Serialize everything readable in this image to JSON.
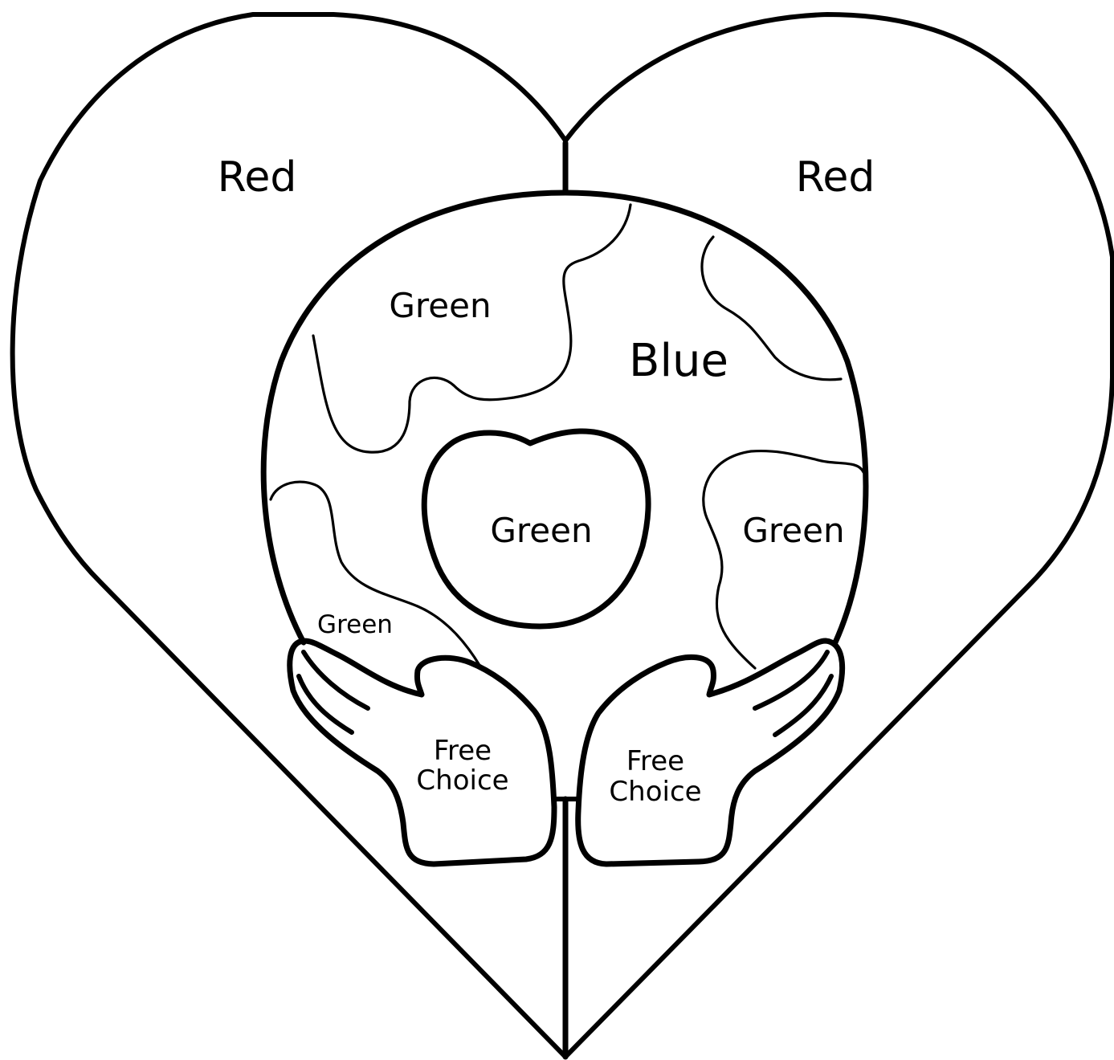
{
  "coloring_page": {
    "labels": {
      "heart_left": "Red",
      "heart_right": "Red",
      "globe_ocean": "Blue",
      "continent_top_left": "Green",
      "continent_center_heart": "Green",
      "continent_right": "Green",
      "continent_bottom_left": "Green",
      "left_hand_line1": "Free",
      "left_hand_line2": "Choice",
      "right_hand_line1": "Free",
      "right_hand_line2": "Choice"
    },
    "colors": {
      "line": "#000000",
      "background": "#ffffff"
    }
  }
}
